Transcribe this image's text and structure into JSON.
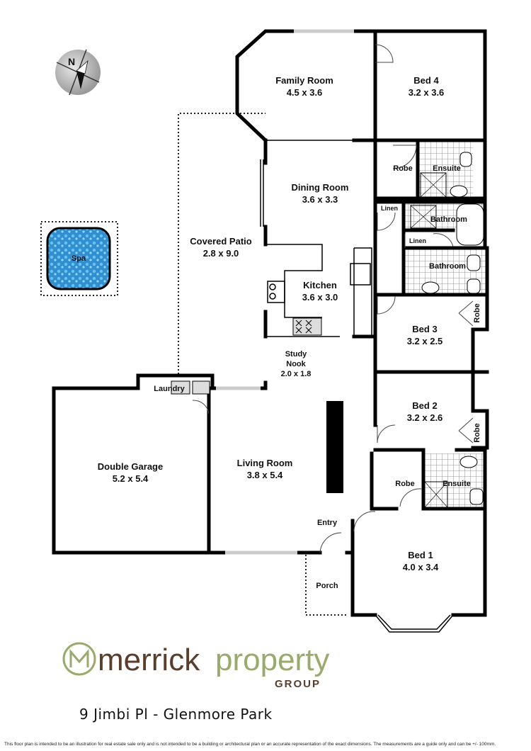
{
  "rooms": {
    "family": {
      "name": "Family Room",
      "dim": "4.5 x 3.6"
    },
    "bed4": {
      "name": "Bed 4",
      "dim": "3.2 x 3.6"
    },
    "robe_bed4": {
      "name": "Robe"
    },
    "ensuite_bed4": {
      "name": "Ensuite"
    },
    "dining": {
      "name": "Dining Room",
      "dim": "3.6 x 3.3"
    },
    "linen1": {
      "name": "Linen"
    },
    "bathroom1": {
      "name": "Bathroom"
    },
    "linen2": {
      "name": "Linen"
    },
    "bathroom2": {
      "name": "Bathroom"
    },
    "covered_patio": {
      "name": "Covered Patio",
      "dim": "2.8 x 9.0"
    },
    "spa": {
      "name": "Spa"
    },
    "kitchen": {
      "name": "Kitchen",
      "dim": "3.6 x 3.0"
    },
    "robe_bed3": {
      "name": "Robe"
    },
    "bed3": {
      "name": "Bed 3",
      "dim": "3.2 x 2.5"
    },
    "study": {
      "name": "Study",
      "name2": "Nook",
      "dim": "2.0 x 1.8"
    },
    "laundry": {
      "name": "Laundry"
    },
    "bed2": {
      "name": "Bed 2",
      "dim": "3.2 x 2.6"
    },
    "robe_bed2": {
      "name": "Robe"
    },
    "garage": {
      "name": "Double Garage",
      "dim": "5.2 x 5.4"
    },
    "living": {
      "name": "Living Room",
      "dim": "3.8 x 5.4"
    },
    "robe_bed1": {
      "name": "Robe"
    },
    "ensuite_bed1": {
      "name": "Ensuite"
    },
    "entry": {
      "name": "Entry"
    },
    "bed1": {
      "name": "Bed 1",
      "dim": "4.0 x 3.4"
    },
    "porch": {
      "name": "Porch"
    }
  },
  "compass": {
    "label": "N"
  },
  "logo": {
    "part1": "merrick",
    "part2": "property",
    "sub": "GROUP"
  },
  "address": "9 Jimbi Pl - Glenmore Park",
  "disclaimer": "This floor plan is intended to be an illustration for real estate sale only and is not intended to be a building or architectural plan or an accurate representation of the exact dimensions. The measurements are a guide only and can be +/- 100mm.",
  "colors": {
    "logo_green": "#9aaa6a",
    "logo_brown": "#5a3d2b",
    "spa_blue": "#2f8fd0"
  }
}
